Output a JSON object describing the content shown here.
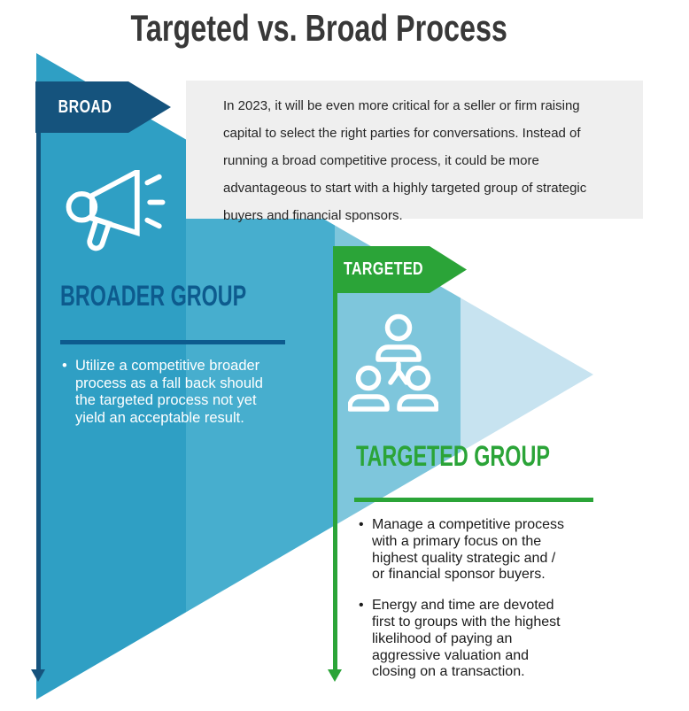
{
  "title": "Targeted vs. Broad Process",
  "intro_panel": {
    "text": "In 2023, it will be even more critical for a seller or firm raising capital to select the right parties for conversations. Instead of running a broad competitive process, it could be more advantageous to start with a highly targeted group of strategic buyers and financial sponsors."
  },
  "broad_section": {
    "flag_label": "BROAD",
    "icon": "megaphone-icon",
    "group_title": "BROADER GROUP",
    "bullets": [
      "Utilize a competitive broader process as a fall back should the targeted process not yet yield an acceptable result."
    ]
  },
  "targeted_section": {
    "flag_label": "TARGETED",
    "icon": "group-network-icon",
    "group_title": "TARGETED GROUP",
    "bullets": [
      "Manage a competitive process with a primary focus on the highest quality strategic and / or financial sponsor buyers.",
      "Energy and time are devoted first to groups with the highest likelihood of paying an aggressive valuation and closing on a transaction."
    ]
  },
  "colors": {
    "navy_flag": "#15537D",
    "heading_blue": "#0D5B8E",
    "green": "#2BA438",
    "funnel_band_1": "#2F9FC4",
    "funnel_band_2": "#47AECE",
    "funnel_band_3": "#7EC6DC",
    "funnel_band_4": "#C7E3F0",
    "intro_panel_gray": "#EFEFEF",
    "title_gray": "#383838"
  }
}
